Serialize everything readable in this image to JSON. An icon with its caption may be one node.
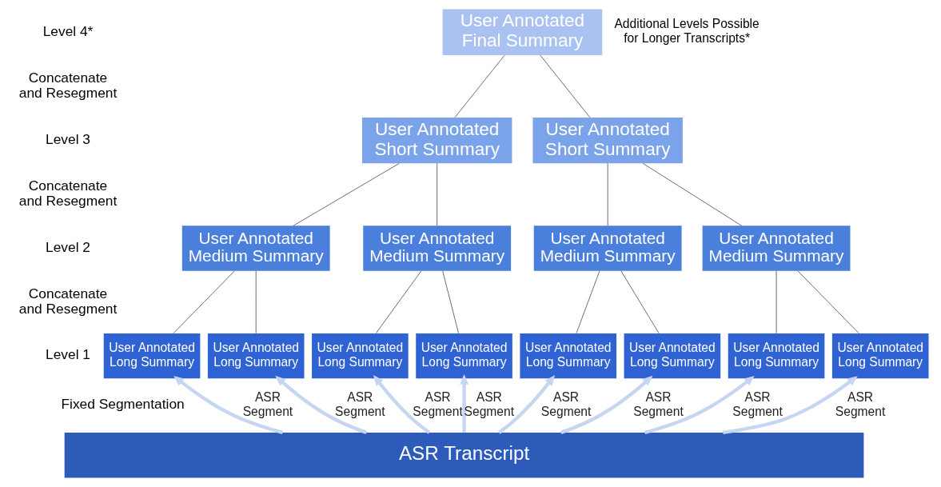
{
  "diagram": {
    "nodes": [
      {
        "text": [
          "User Annotated Final Summary"
        ]
      },
      {
        "text": [
          "User Annotated Short Summary"
        ]
      },
      {
        "text": [
          "User Annotated Short Summary"
        ]
      },
      {
        "text": [
          "User Annotated Medium Summary"
        ]
      },
      {
        "text": [
          "User Annotated Medium Summary"
        ]
      },
      {
        "text": [
          "User Annotated Medium Summary"
        ]
      },
      {
        "text": [
          "User Annotated Medium Summary"
        ]
      },
      {
        "text": [
          "User Annotated Long Summary"
        ]
      },
      {
        "text": [
          "User Annotated Long Summary"
        ]
      },
      {
        "text": [
          "User Annotated Long Summary"
        ]
      },
      {
        "text": [
          "User Annotated Long Summary"
        ]
      },
      {
        "text": [
          "User Annotated Long Summary"
        ]
      },
      {
        "text": [
          "User Annotated Long Summary"
        ]
      },
      {
        "text": [
          "User Annotated Long Summary"
        ]
      },
      {
        "text": [
          "User Annotated Long Summary"
        ]
      },
      {
        "text": [
          "ASR Transcript"
        ]
      }
    ],
    "edges": [
      {
        "from": 1,
        "to": 0,
        "arrow": "none"
      },
      {
        "from": 2,
        "to": 0,
        "arrow": "none"
      },
      {
        "from": 3,
        "to": 1,
        "arrow": "none"
      },
      {
        "from": 4,
        "to": 1,
        "arrow": "none"
      },
      {
        "from": 5,
        "to": 2,
        "arrow": "none"
      },
      {
        "from": 6,
        "to": 2,
        "arrow": "none"
      },
      {
        "from": 7,
        "to": 3,
        "arrow": "none"
      },
      {
        "from": 8,
        "to": 3,
        "arrow": "none"
      },
      {
        "from": 9,
        "to": 4,
        "arrow": "none"
      },
      {
        "from": 10,
        "to": 4,
        "arrow": "none"
      },
      {
        "from": 11,
        "to": 5,
        "arrow": "none"
      },
      {
        "from": 12,
        "to": 5,
        "arrow": "none"
      },
      {
        "from": 13,
        "to": 6,
        "arrow": "none"
      },
      {
        "from": 14,
        "to": 6,
        "arrow": "none"
      },
      {
        "from": 15,
        "to": 7,
        "arrow": "to",
        "label": "ASR Segment",
        "style": "thick",
        "color": "#c6d6f2"
      },
      {
        "from": 15,
        "to": 8,
        "arrow": "to",
        "label": "ASR Segment",
        "style": "thick",
        "color": "#c6d6f2"
      },
      {
        "from": 15,
        "to": 9,
        "arrow": "to",
        "label": "ASR Segment",
        "style": "thick",
        "color": "#c6d6f2"
      },
      {
        "from": 15,
        "to": 10,
        "arrow": "to",
        "label": "ASR Segment",
        "style": "thick",
        "color": "#c6d6f2"
      },
      {
        "from": 15,
        "to": 11,
        "arrow": "to",
        "label": "ASR Segment",
        "style": "thick",
        "color": "#c6d6f2"
      },
      {
        "from": 15,
        "to": 12,
        "arrow": "to",
        "label": "ASR Segment",
        "style": "thick",
        "color": "#c6d6f2"
      },
      {
        "from": 15,
        "to": 13,
        "arrow": "to",
        "label": "ASR Segment",
        "style": "thick",
        "color": "#c6d6f2"
      },
      {
        "from": 15,
        "to": 14,
        "arrow": "to",
        "label": "ASR Segment",
        "style": "thick",
        "color": "#c6d6f2"
      }
    ],
    "labels": [
      "Level 4*",
      "Additional Levels Possible for Longer Transcripts*",
      "Concatenate and Resegment",
      "Level 3",
      "Concatenate and Resegment",
      "Level 2",
      "Concatenate and Resegment",
      "Level 1",
      "Fixed Segmentation"
    ]
  }
}
